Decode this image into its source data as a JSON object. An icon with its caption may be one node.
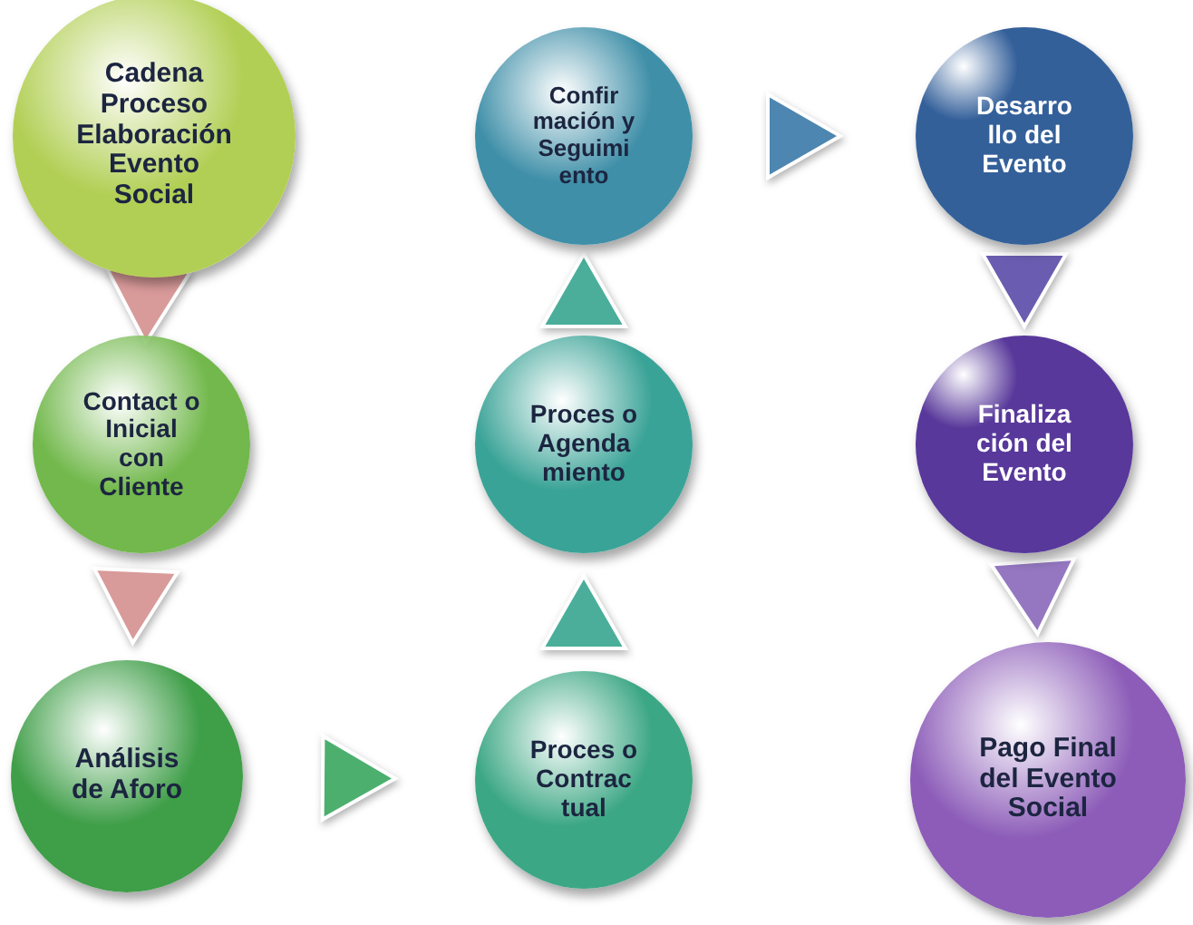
{
  "diagram": {
    "nodes": [
      {
        "text": [
          "Cadena Proceso Elaboración Evento Social"
        ]
      },
      {
        "text": [
          "Contact o Inicial con Cliente"
        ]
      },
      {
        "text": [
          "Análisis de Aforo"
        ]
      },
      {
        "text": [
          "Proces o Contrac tual"
        ]
      },
      {
        "text": [
          "Proces o Agenda miento"
        ]
      },
      {
        "text": [
          "Confir mación y Seguimi ento"
        ]
      },
      {
        "text": [
          "Desarro llo del Evento"
        ]
      },
      {
        "text": [
          "Finaliza ción del Evento"
        ]
      },
      {
        "text": [
          "Pago Final del Evento Social"
        ]
      }
    ],
    "edges": [
      {
        "from": 0,
        "to": 1,
        "arrow": "to",
        "color": "#d99a9a"
      },
      {
        "from": 1,
        "to": 2,
        "arrow": "to",
        "color": "#d99a9a"
      },
      {
        "from": 2,
        "to": 3,
        "arrow": "to",
        "color": "#4caf6e"
      },
      {
        "from": 3,
        "to": 4,
        "arrow": "to",
        "color": "#4aae9a"
      },
      {
        "from": 4,
        "to": 5,
        "arrow": "to",
        "color": "#4aae9a"
      },
      {
        "from": 5,
        "to": 6,
        "arrow": "to",
        "color": "#4d86b0"
      },
      {
        "from": 6,
        "to": 7,
        "arrow": "to",
        "color": "#6a5cb0"
      },
      {
        "from": 7,
        "to": 8,
        "arrow": "to",
        "color": "#9477c0"
      }
    ]
  }
}
